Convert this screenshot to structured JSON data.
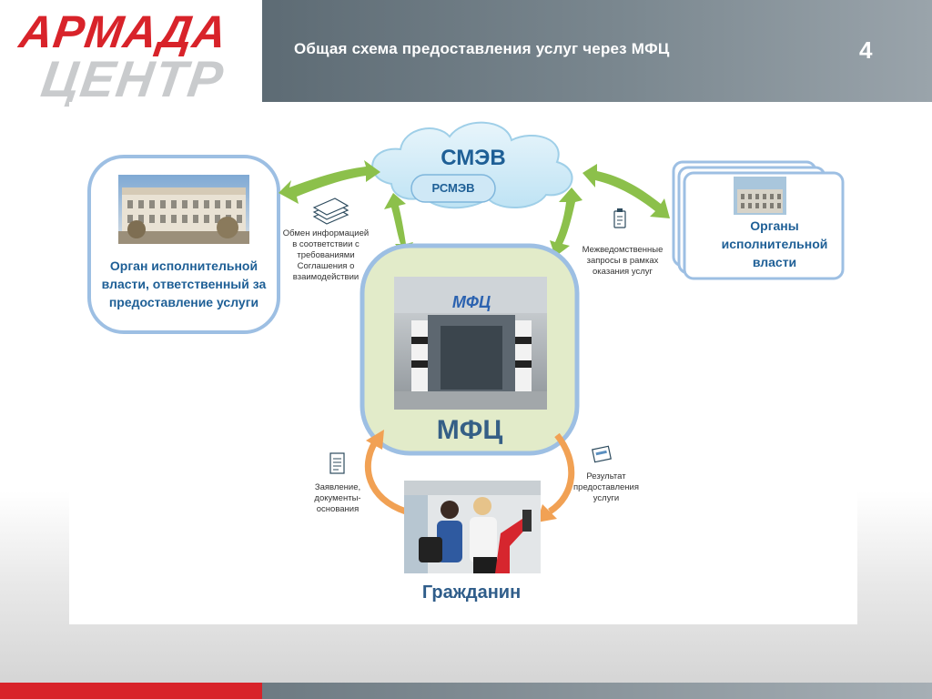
{
  "logo": {
    "line1": "АРМАДА",
    "line2": "ЦЕНТР"
  },
  "header": {
    "title": "Общая схема предоставления услуг через МФЦ",
    "slide_number": "4"
  },
  "diagram": {
    "smev": {
      "label": "СМЭВ",
      "sub_label": "РСМЭВ"
    },
    "left_agency": {
      "label": "Орган исполнительной власти, ответственный за предоставление услуги"
    },
    "right_agencies": {
      "label": "Органы исполнительной власти"
    },
    "mfc": {
      "sign": "МФЦ",
      "label": "МФЦ"
    },
    "citizen": {
      "label": "Гражданин"
    },
    "captions": {
      "exchange": [
        "Обмен информацией",
        "в соответствии с",
        "требованиями",
        "Соглашения о",
        "взаимодействии"
      ],
      "interagency": [
        "Межведомственные",
        "запросы в рамках",
        "оказания услуг"
      ],
      "application": [
        "Заявление,",
        "документы-",
        "основания"
      ],
      "result": [
        "Результат",
        "предоставления",
        "услуги"
      ]
    },
    "colors": {
      "accent_blue": "#1e5f96",
      "green_arrow": "#8cc04b",
      "orange_arrow": "#f1a154",
      "mfc_fill": "#e2ebc9",
      "frame_blue": "#9dbfe3",
      "logo_red": "#d8232a"
    }
  }
}
